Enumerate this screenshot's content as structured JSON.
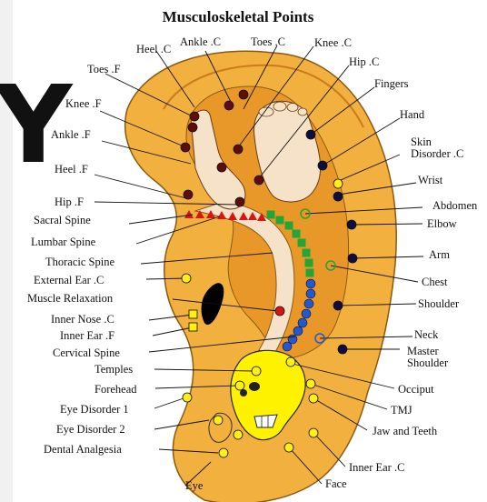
{
  "title": "Musculoskeletal Points",
  "decor_glyph": "Y",
  "colors": {
    "ear_fill": "#f2b03f",
    "ear_inner": "#e89828",
    "skin": "#f6e2c8",
    "point_dark": "#5e0d0d",
    "point_red": "#d81414",
    "point_green": "#23a635",
    "point_blue": "#2357d6",
    "point_navy": "#0d0d40",
    "point_yellow": "#ffef18",
    "skull": "#fff200"
  },
  "labels": {
    "heel_c": "Heel .C",
    "ankle_c": "Ankle .C",
    "toes_c": "Toes .C",
    "knee_c": "Knee .C",
    "toes_f": "Toes .F",
    "hip_c": "Hip .C",
    "fingers": "Fingers",
    "knee_f": "Knee .F",
    "hand": "Hand",
    "ankle_f": "Ankle .F",
    "skin_disorder_c": "Skin\nDisorder .C",
    "heel_f": "Heel .F",
    "wrist": "Wrist",
    "hip_f": "Hip .F",
    "abdomen": "Abdomen",
    "sacral_spine": "Sacral Spine",
    "elbow": "Elbow",
    "lumbar_spine": "Lumbar Spine",
    "thoracic_spine": "Thoracic Spine",
    "arm": "Arm",
    "external_ear_c": "External Ear .C",
    "chest": "Chest",
    "muscle_relaxation": "Muscle Relaxation",
    "shoulder": "Shoulder",
    "inner_nose_c": "Inner Nose .C",
    "inner_ear_f": "Inner Ear .F",
    "neck": "Neck",
    "cervical_spine": "Cervical Spine",
    "master_shoulder": "Master\nShoulder",
    "temples": "Temples",
    "occiput": "Occiput",
    "forehead": "Forehead",
    "tmj": "TMJ",
    "eye_disorder_1": "Eye Disorder 1",
    "eye_disorder_2": "Eye Disorder 2",
    "jaw_and_teeth": "Jaw and Teeth",
    "dental_analgesia": "Dental Analgesia",
    "inner_ear_c": "Inner Ear .C",
    "eye": "Eye",
    "face": "Face"
  }
}
